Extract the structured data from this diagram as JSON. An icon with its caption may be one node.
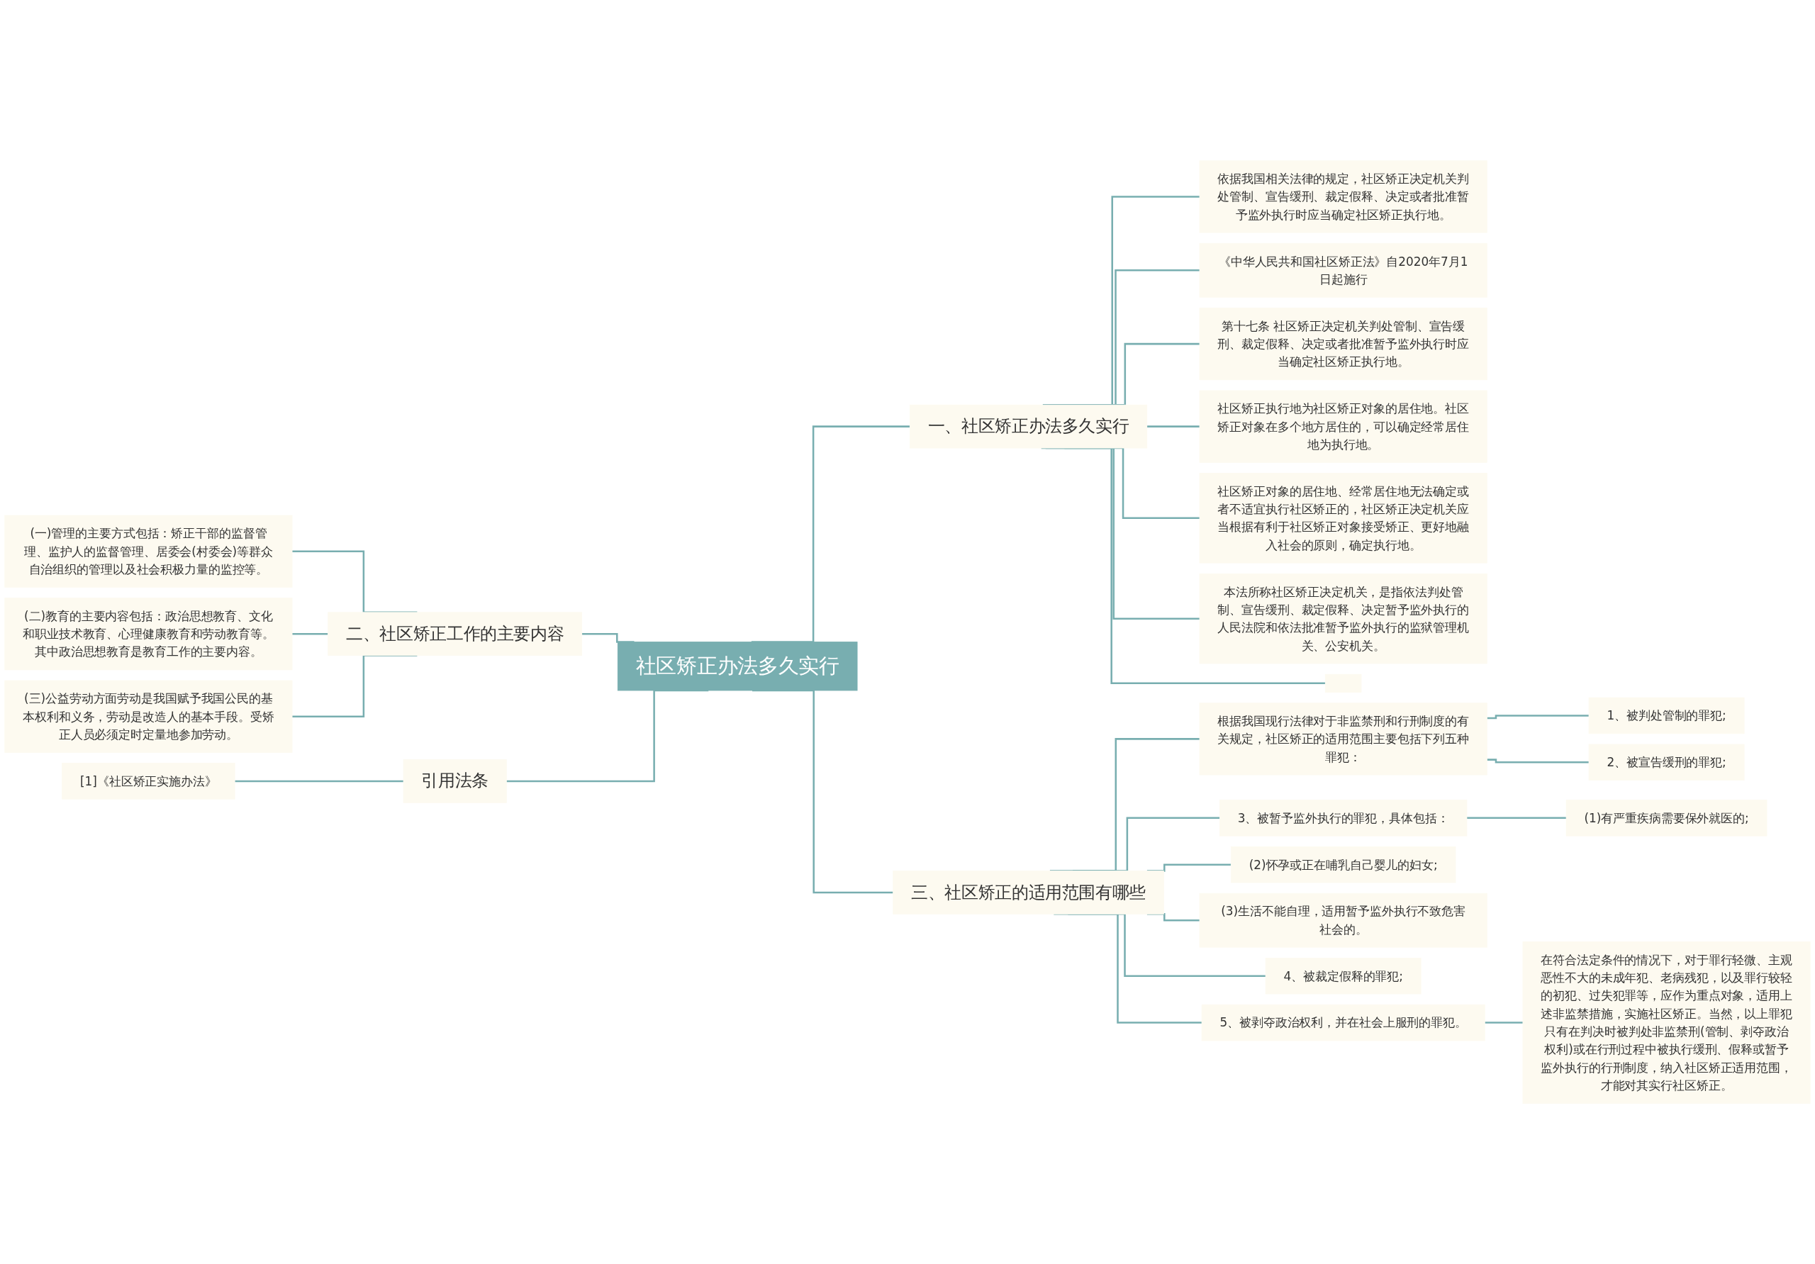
{
  "diagram": {
    "nodes": [
      {
        "text": [
          "社区矫正办法多久实行"
        ]
      },
      {
        "text": [
          "一、社区矫正办法多久实行"
        ]
      },
      {
        "text": [
          "依据我国相关法律的规定，社区矫正决定机关判处管制、宣告缓刑、裁定假释、决定或者批准暂予监外执行时应当确定社区矫正执行地。"
        ]
      },
      {
        "text": [
          "《中华人民共和国社区矫正法》自2020年7月1日起施行"
        ]
      },
      {
        "text": [
          "第十七条 社区矫正决定机关判处管制、宣告缓刑、裁定假释、决定或者批准暂予监外执行时应当确定社区矫正执行地。"
        ]
      },
      {
        "text": [
          "社区矫正执行地为社区矫正对象的居住地。社区矫正对象在多个地方居住的，可以确定经常居住地为执行地。"
        ]
      },
      {
        "text": [
          "社区矫正对象的居住地、经常居住地无法确定或者不适宜执行社区矫正的，社区矫正决定机关应当根据有利于社区矫正对象接受矫正、更好地融入社会的原则，确定执行地。"
        ]
      },
      {
        "text": [
          "本法所称社区矫正决定机关，是指依法判处管制、宣告缓刑、裁定假释、决定暂予监外执行的人民法院和依法批准暂予监外执行的监狱管理机关、公安机关。"
        ]
      },
      {
        "text": [],
        "shape": "box"
      },
      {
        "text": [
          "三、社区矫正的适用范围有哪些"
        ]
      },
      {
        "text": [
          "根据我国现行法律对于非监禁刑和行刑制度的有关规定，社区矫正的适用范围主要包括下列五种罪犯："
        ]
      },
      {
        "text": [
          "1、被判处管制的罪犯;"
        ]
      },
      {
        "text": [
          "2、被宣告缓刑的罪犯;"
        ]
      },
      {
        "text": [
          "3、被暂予监外执行的罪犯，具体包括："
        ]
      },
      {
        "text": [
          "(1)有严重疾病需要保外就医的;"
        ]
      },
      {
        "text": [
          "(2)怀孕或正在哺乳自己婴儿的妇女;"
        ]
      },
      {
        "text": [
          "(3)生活不能自理，适用暂予监外执行不致危害社会的。"
        ]
      },
      {
        "text": [
          "4、被裁定假释的罪犯;"
        ]
      },
      {
        "text": [
          "5、被剥夺政治权利，并在社会上服刑的罪犯。"
        ]
      },
      {
        "text": [
          "在符合法定条件的情况下，对于罪行轻微、主观恶性不大的未成年犯、老病残犯，以及罪行较轻的初犯、过失犯罪等，应作为重点对象，适用上述非监禁措施，实施社区矫正。当然，以上罪犯只有在判决时被判处非监禁刑(管制、剥夺政治权利)或在行刑过程中被执行缓刑、假释或暂予监外执行的行刑制度，纳入社区矫正适用范围，才能对其实行社区矫正。"
        ]
      },
      {
        "text": [
          "二、社区矫正工作的主要内容"
        ]
      },
      {
        "text": [
          "(一)管理的主要方式包括：矫正干部的监督管理、监护人的监督管理、居委会(村委会)等群众自治组织的管理以及社会积极力量的监控等。"
        ]
      },
      {
        "text": [
          "(二)教育的主要内容包括：政治思想教育、文化和职业技术教育、心理健康教育和劳动教育等。其中政治思想教育是教育工作的主要内容。"
        ]
      },
      {
        "text": [
          "(三)公益劳动方面劳动是我国赋予我国公民的基本权利和义务，劳动是改造人的基本手段。受矫正人员必须定时定量地参加劳动。"
        ]
      },
      {
        "text": [
          "引用法条"
        ]
      },
      {
        "text": [
          "[1]《社区矫正实施办法》"
        ]
      }
    ],
    "edges": [
      {
        "from": 0,
        "to": 1,
        "arrow": "none"
      },
      {
        "from": 1,
        "to": 2,
        "arrow": "none"
      },
      {
        "from": 1,
        "to": 3,
        "arrow": "none"
      },
      {
        "from": 1,
        "to": 4,
        "arrow": "none"
      },
      {
        "from": 1,
        "to": 5,
        "arrow": "none"
      },
      {
        "from": 1,
        "to": 6,
        "arrow": "none"
      },
      {
        "from": 1,
        "to": 7,
        "arrow": "none"
      },
      {
        "from": 1,
        "to": 8,
        "arrow": "none"
      },
      {
        "from": 0,
        "to": 9,
        "arrow": "none"
      },
      {
        "from": 9,
        "to": 10,
        "arrow": "none"
      },
      {
        "from": 10,
        "to": 11,
        "arrow": "none"
      },
      {
        "from": 10,
        "to": 12,
        "arrow": "none"
      },
      {
        "from": 9,
        "to": 13,
        "arrow": "none"
      },
      {
        "from": 13,
        "to": 14,
        "arrow": "none"
      },
      {
        "from": 9,
        "to": 15,
        "arrow": "none"
      },
      {
        "from": 9,
        "to": 16,
        "arrow": "none"
      },
      {
        "from": 9,
        "to": 17,
        "arrow": "none"
      },
      {
        "from": 9,
        "to": 18,
        "arrow": "none"
      },
      {
        "from": 18,
        "to": 19,
        "arrow": "none"
      },
      {
        "from": 0,
        "to": 20,
        "arrow": "none"
      },
      {
        "from": 20,
        "to": 21,
        "arrow": "none"
      },
      {
        "from": 20,
        "to": 22,
        "arrow": "none"
      },
      {
        "from": 20,
        "to": 23,
        "arrow": "none"
      },
      {
        "from": 0,
        "to": 24,
        "arrow": "none"
      },
      {
        "from": 24,
        "to": 25,
        "arrow": "none"
      }
    ]
  }
}
